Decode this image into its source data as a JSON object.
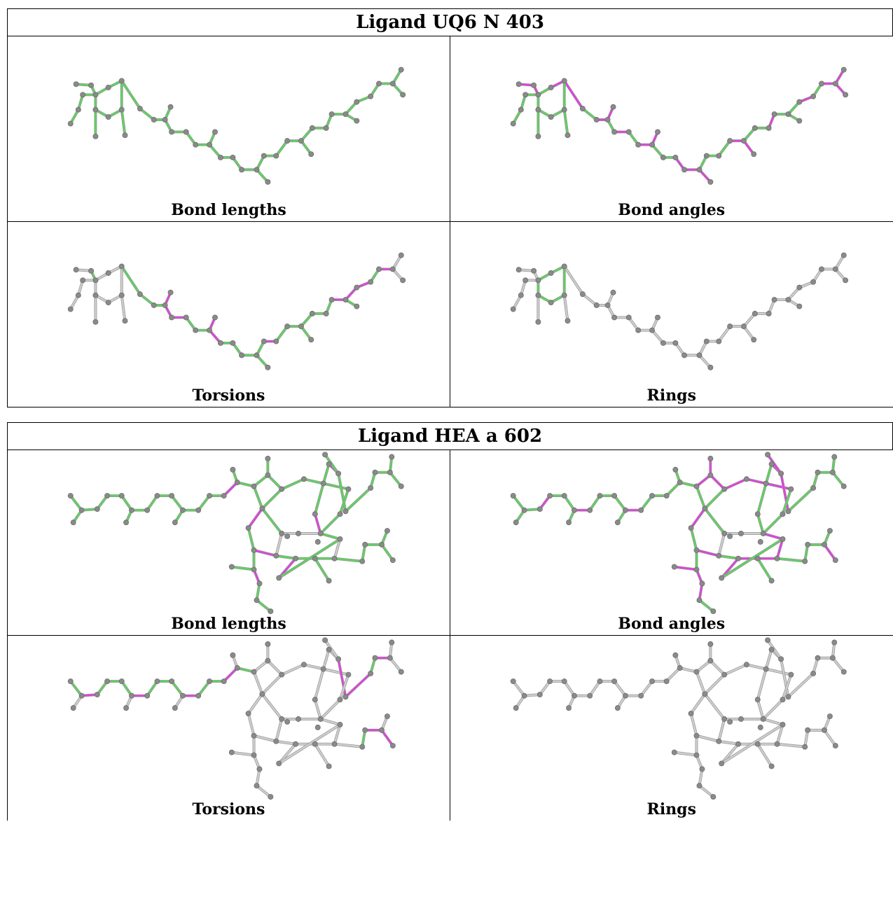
{
  "colors": {
    "ok": "#5cd45c",
    "outlier": "#e040e0",
    "neutral": "#cfcfcf",
    "atom": "#8a8a8a"
  },
  "ligands": [
    {
      "title": "Ligand UQ6 N 403",
      "panels": [
        {
          "caption": "Bond lengths"
        },
        {
          "caption": "Bond angles"
        },
        {
          "caption": "Torsions"
        },
        {
          "caption": "Rings"
        }
      ]
    },
    {
      "title": "Ligand HEA a 602",
      "panels": [
        {
          "caption": "Bond lengths"
        },
        {
          "caption": "Bond angles"
        },
        {
          "caption": "Torsions"
        },
        {
          "caption": "Rings"
        }
      ]
    }
  ]
}
